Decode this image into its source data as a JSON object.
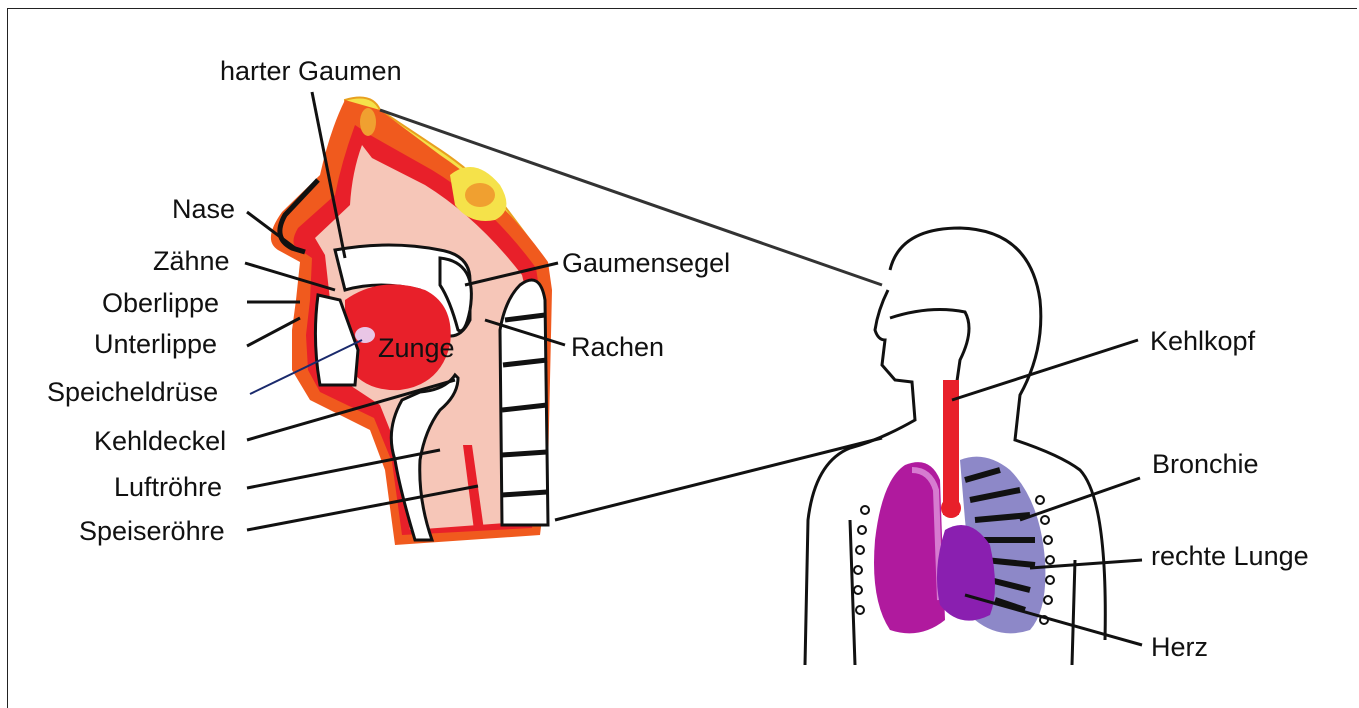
{
  "labels": {
    "hard_palate": "harter Gaumen",
    "nose": "Nase",
    "teeth": "Zähne",
    "upper_lip": "Oberlippe",
    "lower_lip": "Unterlippe",
    "salivary_gland": "Speicheldrüse",
    "epiglottis": "Kehldeckel",
    "trachea": "Luftröhre",
    "esophagus": "Speiseröhre",
    "tongue": "Zunge",
    "soft_palate": "Gaumensegel",
    "pharynx": "Rachen",
    "larynx": "Kehlkopf",
    "bronchus": "Bronchie",
    "right_lung": "rechte Lunge",
    "heart": "Herz"
  },
  "colors": {
    "skin": "#f6c6b8",
    "outer_orange": "#f05a1e",
    "inner_red": "#e8202a",
    "yellow": "#f5e24a",
    "lung_magenta": "#b01a9e",
    "lung_purple": "#7a3aa8",
    "heart_purple": "#8a1fb0"
  }
}
